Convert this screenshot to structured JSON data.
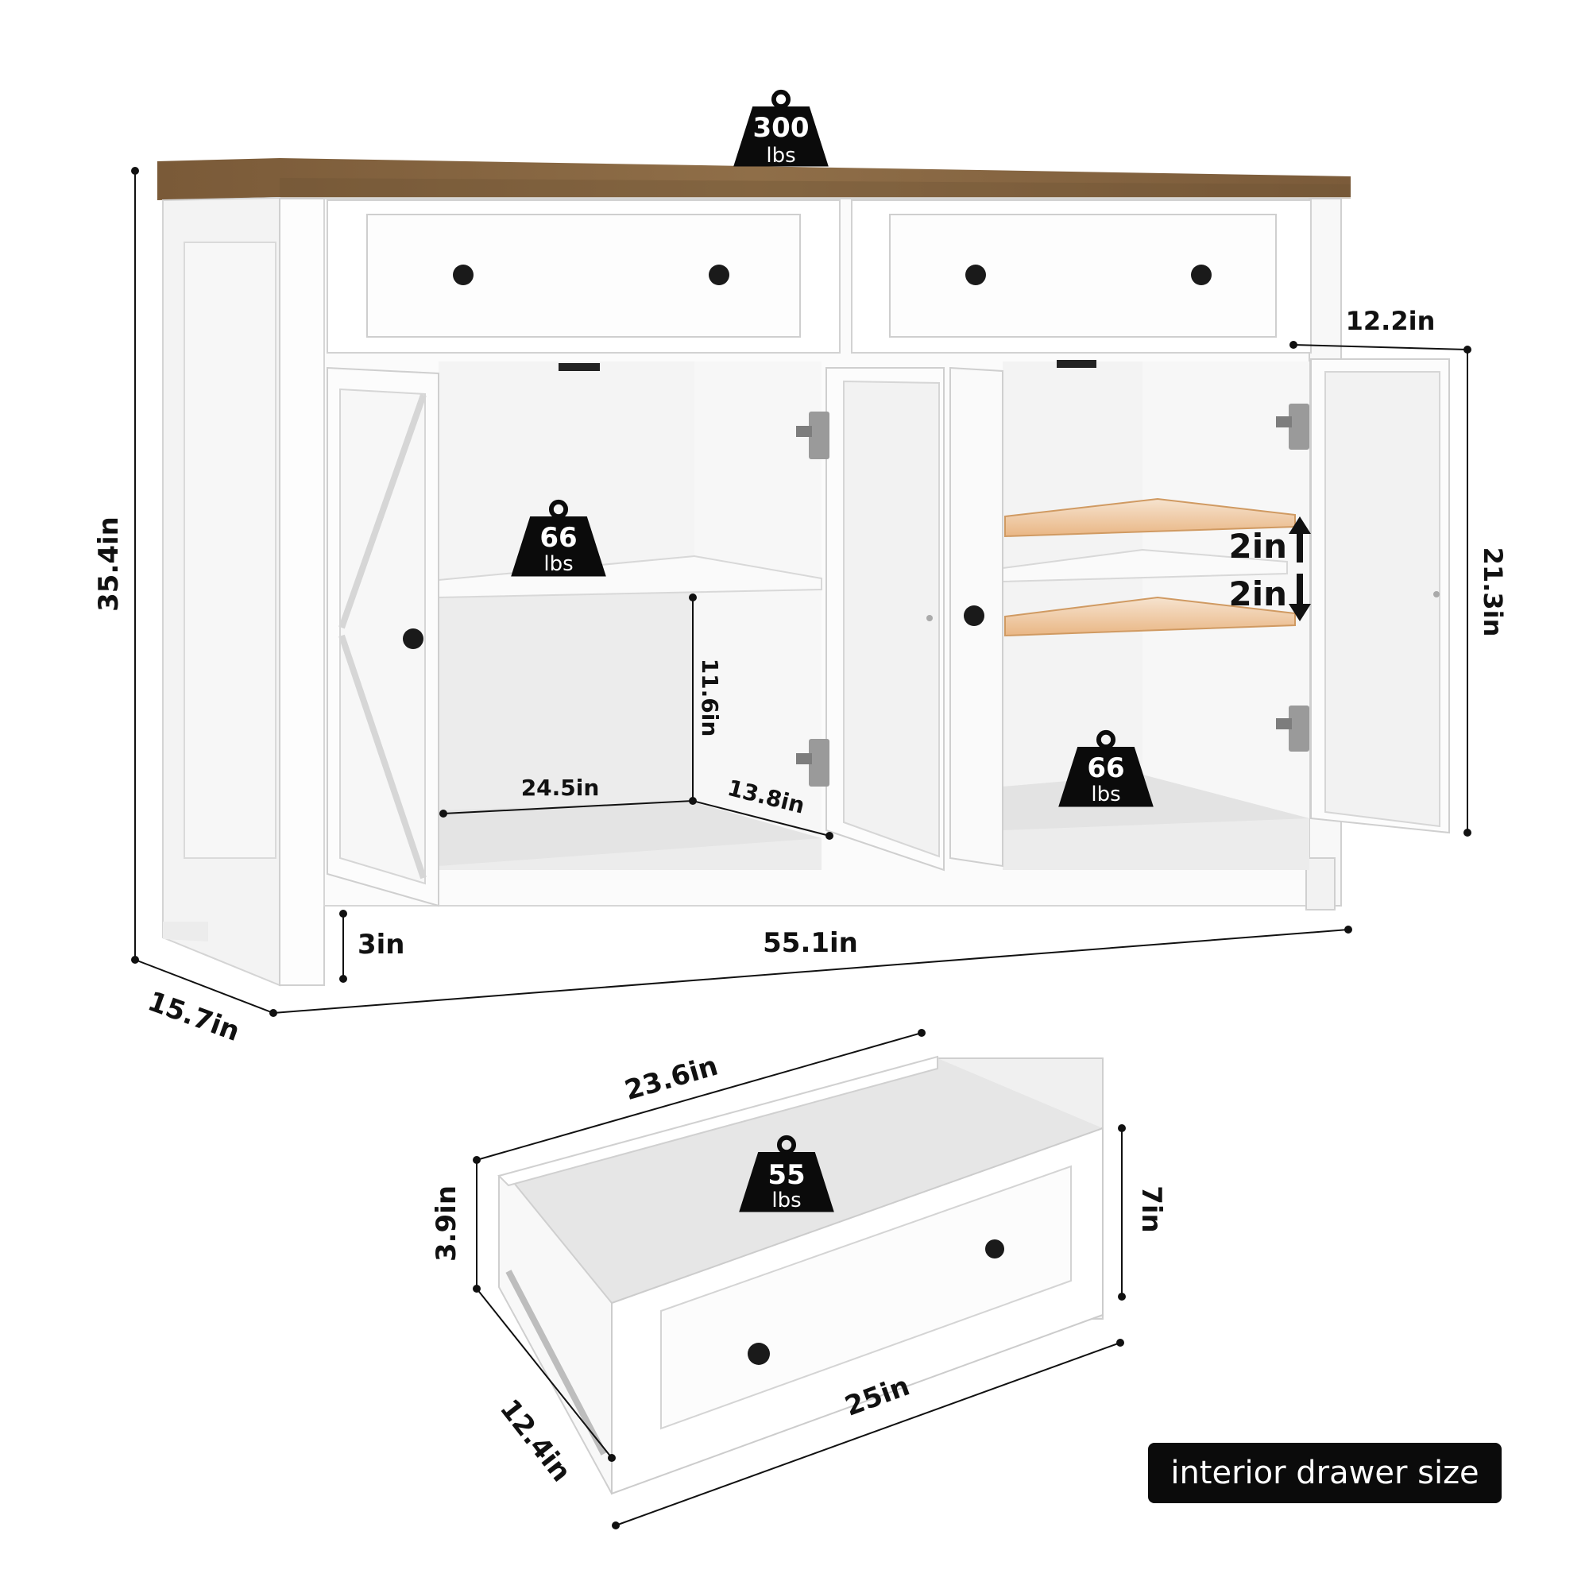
{
  "colors": {
    "wood": "#8a6a45",
    "wood_dark": "#6e5234",
    "cabinet_white": "#fbfbfb",
    "interior": "#ededed",
    "edge": "#c9c9c9",
    "shelf_wood": "#e8b887",
    "badge": "#0b0b0b"
  },
  "weights": {
    "top": {
      "value": "300",
      "unit": "lbs"
    },
    "left_shelf": {
      "value": "66",
      "unit": "lbs"
    },
    "right_bottom": {
      "value": "66",
      "unit": "lbs"
    },
    "drawer": {
      "value": "55",
      "unit": "lbs"
    }
  },
  "dimensions": {
    "height": "35.4in",
    "width": "55.1in",
    "depth": "15.7in",
    "leg_height": "3in",
    "door_width": "12.2in",
    "door_height": "21.3in",
    "shelf_height": "11.6in",
    "inner_width": "24.5in",
    "inner_depth": "13.8in",
    "shelf_step_up": "2in",
    "shelf_step_down": "2in"
  },
  "drawer": {
    "width_outer": "23.6in",
    "width_front": "25in",
    "depth": "12.4in",
    "height_inner": "3.9in",
    "height_front": "7in"
  },
  "caption": "interior drawer size",
  "icons": [
    "weight-icon",
    "arrow-up-icon",
    "arrow-down-icon",
    "hinge-icon",
    "knob-icon"
  ]
}
